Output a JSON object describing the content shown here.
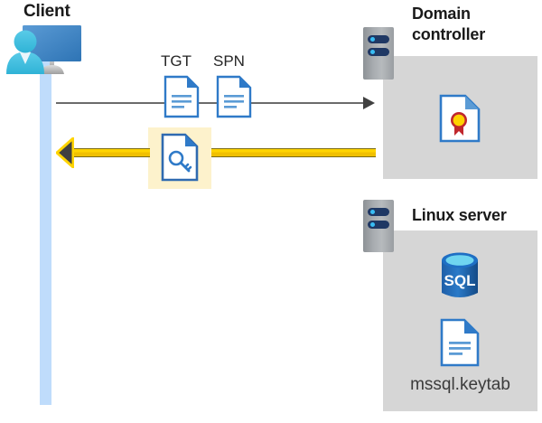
{
  "diagram": {
    "type": "sequence-diagram",
    "title_client": "Client",
    "title_domain_controller": "Domain\ncontroller",
    "title_domain_controller_line1": "Domain",
    "title_domain_controller_line2": "controller",
    "title_linux_server": "Linux server",
    "messages": {
      "tgt_label": "TGT",
      "spn_label": "SPN"
    },
    "linux_files": {
      "keytab_caption": "mssql.keytab"
    },
    "database_icon_label": "SQL",
    "icons": {
      "client": "workstation-user-icon",
      "rack": "server-rack-icon",
      "tgt_doc": "document-icon",
      "spn_doc": "document-icon",
      "key_doc": "key-document-icon",
      "certificate": "certificate-document-icon",
      "sql_db": "sql-database-icon",
      "keytab_doc": "document-icon"
    },
    "colors": {
      "panel_gray": "#d6d6d6",
      "lifeline_blue": "#bfdcfb",
      "accent_blue": "#2f7ac8",
      "highlight_yellow": "#fdf2cc",
      "arrow_yellow": "#ffd400",
      "arrow_gray": "#6b6b6b",
      "rack_navy": "#1f3864",
      "rack_led": "#38bdf4",
      "cert_gold": "#ffd200",
      "cert_red": "#c0272d",
      "sql_blue": "#1f6fc4",
      "text_dark": "#1a1a1a"
    }
  }
}
